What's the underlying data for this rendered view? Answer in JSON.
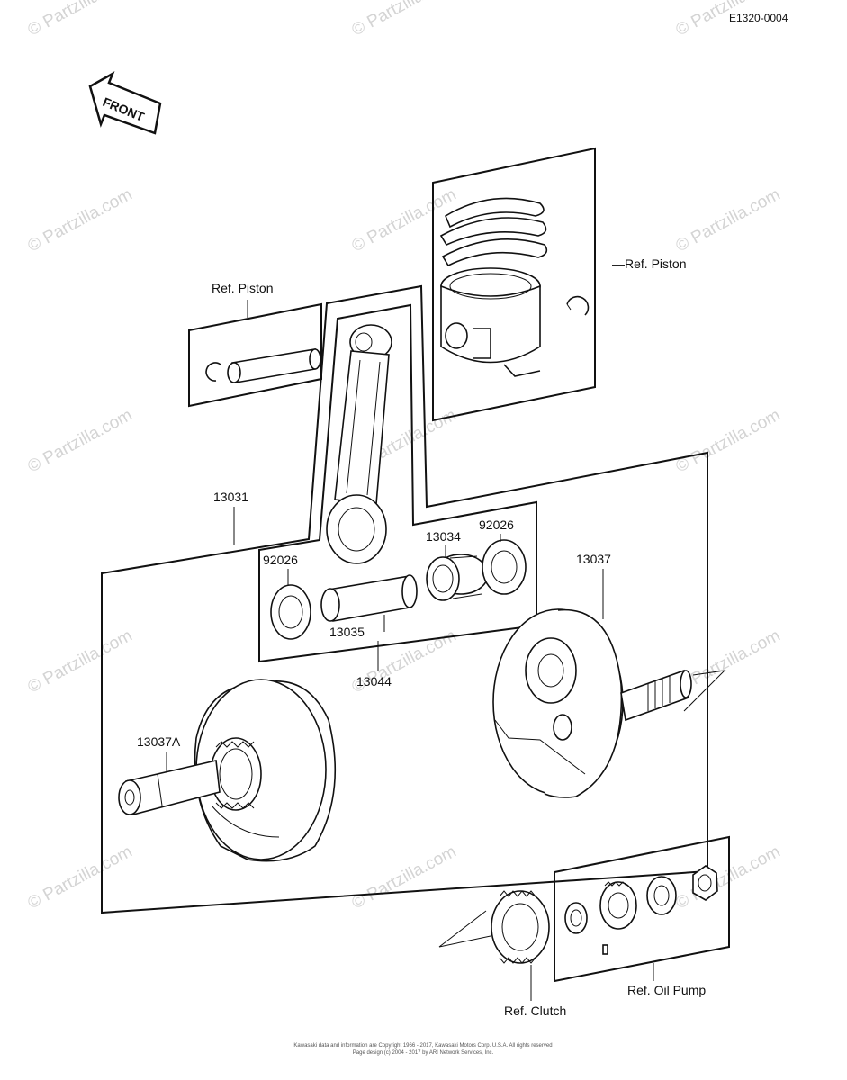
{
  "diagram": {
    "code": "E1320-0004",
    "front_label": "FRONT",
    "watermark": "© Partzilla.com",
    "copyright_line1": "Kawasaki data and information are Copyright 1966 - 2017, Kawasaki Motors Corp. U.S.A. All rights reserved",
    "copyright_line2": "Page design (c) 2004 - 2017 by ARI Network Services, Inc."
  },
  "labels": {
    "ref_piston_left": "Ref. Piston",
    "ref_piston_right": "—Ref. Piston",
    "ref_clutch": "Ref. Clutch",
    "ref_oil_pump": "Ref. Oil Pump"
  },
  "part_numbers": {
    "p13031": "13031",
    "p92026_left": "92026",
    "p13034": "13034",
    "p92026_right": "92026",
    "p13037": "13037",
    "p13035": "13035",
    "p13044": "13044",
    "p13037A": "13037A"
  }
}
